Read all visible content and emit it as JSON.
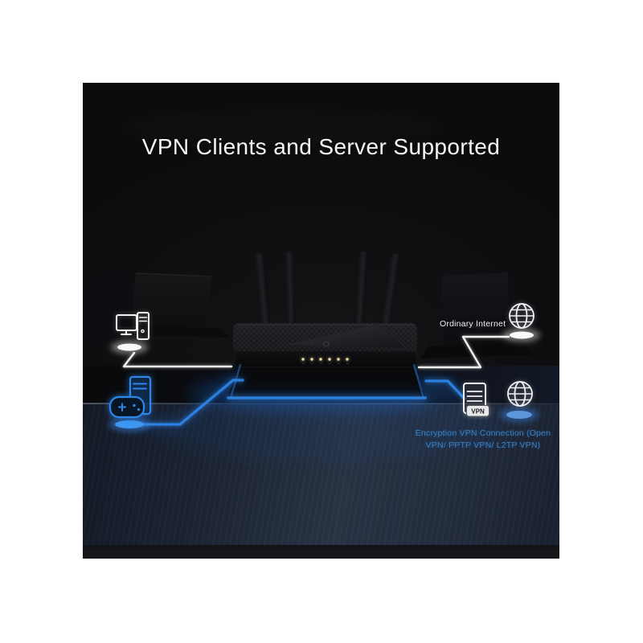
{
  "scene": {
    "title": "VPN Clients and Server Supported",
    "labels": {
      "ordinary_internet": "Ordinary Internet",
      "vpn_connection_line1": "Encryption VPN Connection (Open",
      "vpn_connection_line2": "VPN/ PPTP VPN/ L2TP VPN)",
      "vpn_badge": "VPN"
    },
    "router": {
      "led_count": 6,
      "antenna_count": 4
    },
    "colors": {
      "accent_blue": "#2e86e8",
      "neon_core_blue": "#5fb0ff",
      "vpn_text_blue": "#3a82c4",
      "line_white": "#f2f2f2",
      "led_amber": "#e8dca6",
      "floor_navy": "#273043",
      "background_black": "#0b0b0d"
    },
    "icons": [
      {
        "name": "desktop-computer-icon",
        "color": "#f2f2f2"
      },
      {
        "name": "gaming-pc-icon",
        "color": "#2e86e8"
      },
      {
        "name": "internet-globe-icon",
        "color": "#eef2f6"
      },
      {
        "name": "vpn-server-icon",
        "color": "#eef2f6"
      },
      {
        "name": "vpn-globe-icon",
        "color": "#eef2f6"
      }
    ]
  }
}
